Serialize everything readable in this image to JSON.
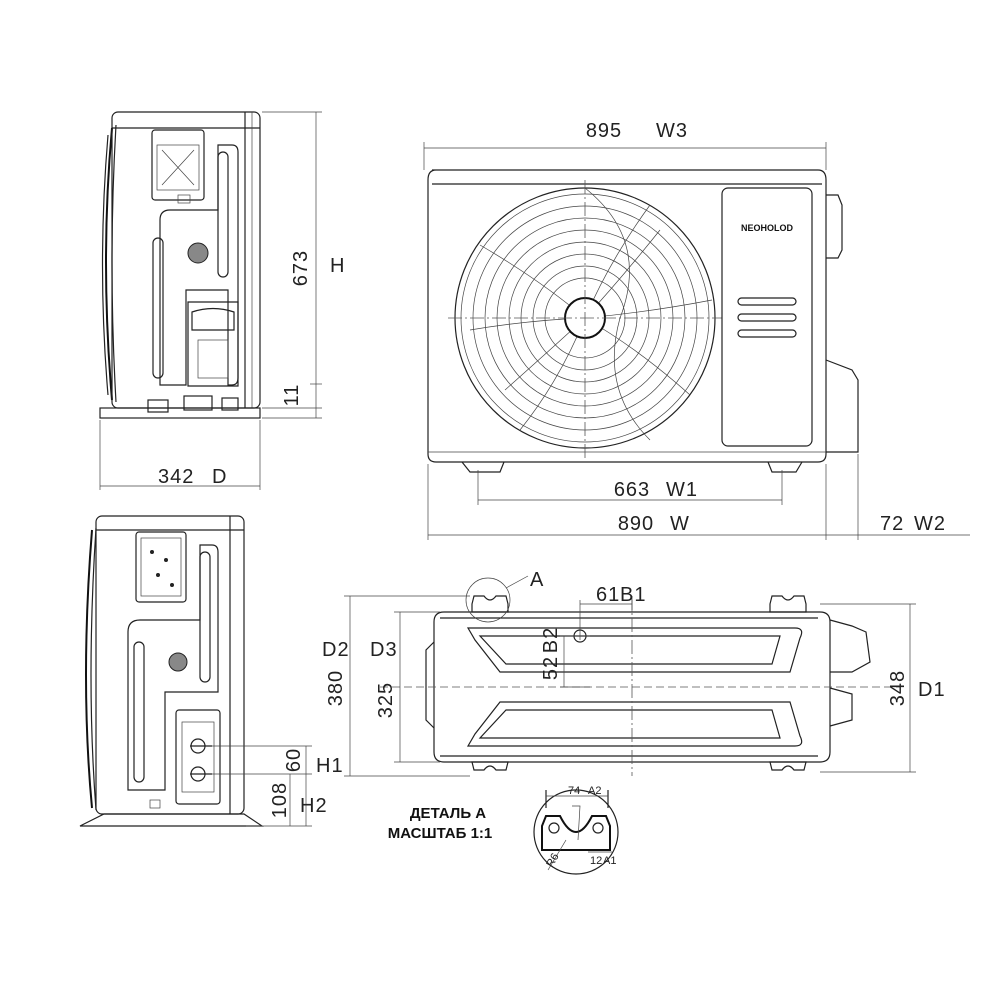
{
  "brand": "NEOHOLOD",
  "dimensions": {
    "width_top": "895",
    "width_top_code": "W3",
    "height_side": "673",
    "height_side_code": "H",
    "foot_offset": "11",
    "depth": "342",
    "depth_code": "D",
    "mount_spacing": "663",
    "mount_spacing_code": "W1",
    "width_bottom": "890",
    "width_bottom_code": "W",
    "valve_offset": "72",
    "valve_offset_code": "W2",
    "b1_value": "61",
    "b1_code": "B1",
    "b2_value": "52",
    "b2_code": "B2",
    "d2_code": "D2",
    "d2_value": "380",
    "d3_code": "D3",
    "d3_value": "325",
    "d1_value": "348",
    "d1_code": "D1",
    "h1_value": "60",
    "h1_code": "H1",
    "h2_value": "108",
    "h2_code": "H2",
    "detail_a2_value": "74",
    "detail_a2_code": "A2",
    "detail_a1_value": "12",
    "detail_a1_code": "A1",
    "detail_r_value": "R6"
  },
  "detail_marker": "A",
  "detail_note": {
    "line1": "ДЕТАЛЬ А",
    "line2": "МАСШТАБ 1:1"
  }
}
